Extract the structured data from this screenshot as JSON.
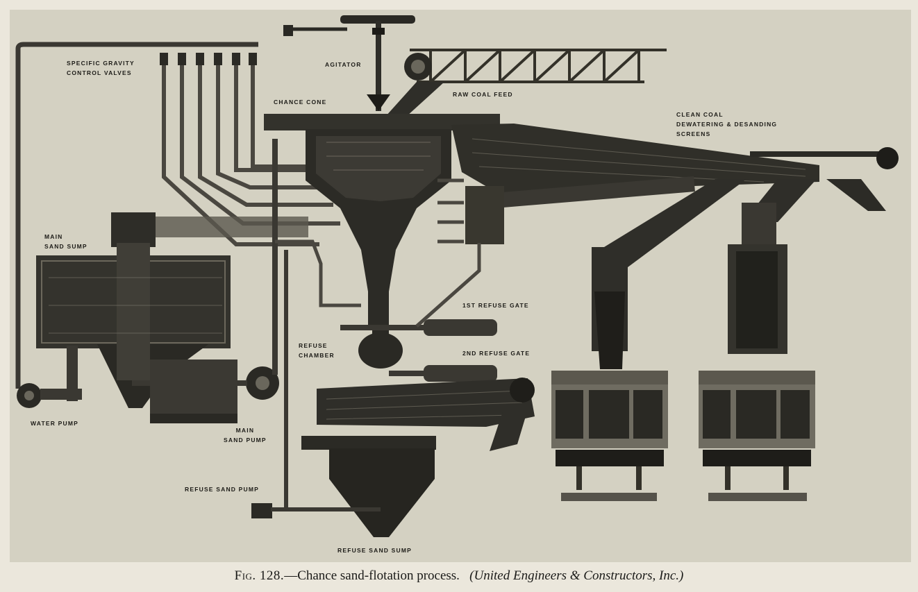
{
  "labels": {
    "specific_gravity_1": "SPECIFIC GRAVITY",
    "specific_gravity_2": "CONTROL VALVES",
    "agitator": "AGITATOR",
    "raw_coal_feed": "RAW COAL FEED",
    "chance_cone": "CHANCE CONE",
    "clean_coal_1": "CLEAN COAL",
    "clean_coal_2": "DEWATERING & DESANDING",
    "clean_coal_3": "SCREENS",
    "main_sand_sump_1": "MAIN",
    "main_sand_sump_2": "SAND SUMP",
    "first_refuse_gate": "1ST REFUSE GATE",
    "refuse_chamber_1": "REFUSE",
    "refuse_chamber_2": "CHAMBER",
    "second_refuse_gate": "2ND REFUSE GATE",
    "water_pump": "WATER PUMP",
    "main_sand_pump_1": "MAIN",
    "main_sand_pump_2": "SAND PUMP",
    "refuse_sand_pump": "REFUSE SAND PUMP",
    "refuse_sand_sump": "REFUSE SAND SUMP"
  },
  "caption": {
    "figure": "Fig. 128.",
    "title": "—Chance sand-flotation process.",
    "credit": "(United Engineers & Constructors, Inc.)"
  }
}
